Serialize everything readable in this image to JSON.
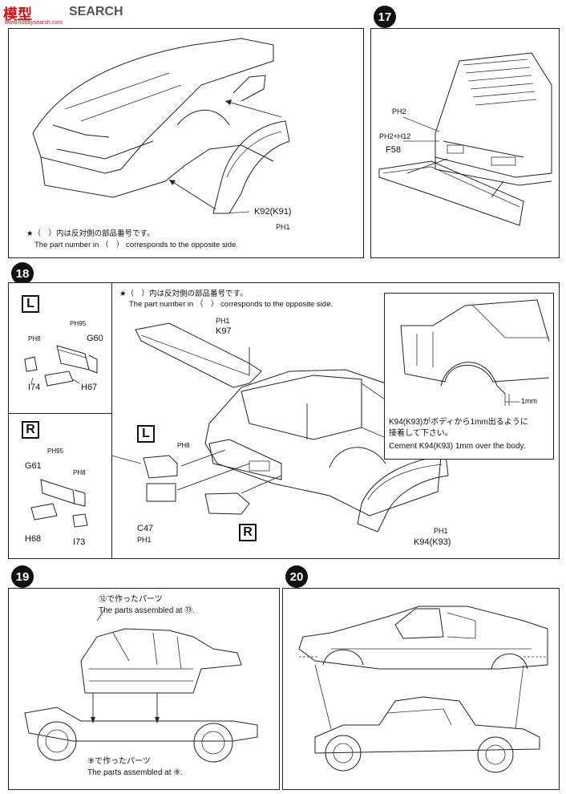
{
  "watermark": {
    "site": "SEARCH",
    "prefix": "模型",
    "url": "www.hobbysearch.com"
  },
  "step16": {
    "part_k": "K92(K91)",
    "part_ph": "PH1",
    "note_jp": "★（　）内は反対側の部品番号です。",
    "note_en": "The part number in （　） corresponds to the opposite side."
  },
  "step17": {
    "number": "17",
    "ph2": "PH2",
    "ph2_12": "PH2+H12",
    "f58": "F58"
  },
  "step18": {
    "number": "18",
    "note_jp": "★（　）内は反対側の部品番号です。",
    "note_en": "The part number in （　） corresponds to the opposite side.",
    "left_label": "L",
    "right_label": "R",
    "left_parts": {
      "ph95": "PH95",
      "ph8": "PH8",
      "g60": "G60",
      "i74": "I74",
      "h67": "H67"
    },
    "right_parts": {
      "ph95": "PH95",
      "ph8": "PH8",
      "g61": "G61",
      "h68": "H68",
      "i73": "I73"
    },
    "spoiler_ph": "PH1",
    "spoiler_k": "K97",
    "main_ph8": "PH8",
    "c47": "C47",
    "c47_ph": "PH1",
    "fender_ph": "PH1",
    "fender_k": "K94(K93)",
    "inset_dim": "1mm",
    "inset_jp_1": "K94(K93)がボディから1mm出るように",
    "inset_jp_2": "接着して下さい。",
    "inset_en": "Cement K94(K93) 1mm over the body."
  },
  "step19": {
    "number": "19",
    "top_jp": "⑫で作ったパーツ",
    "top_en": "The parts assembled at ⑬.",
    "bottom_jp": "⑨で作ったパーツ",
    "bottom_en": "The parts assembled at ⑨."
  },
  "step20": {
    "number": "20"
  }
}
